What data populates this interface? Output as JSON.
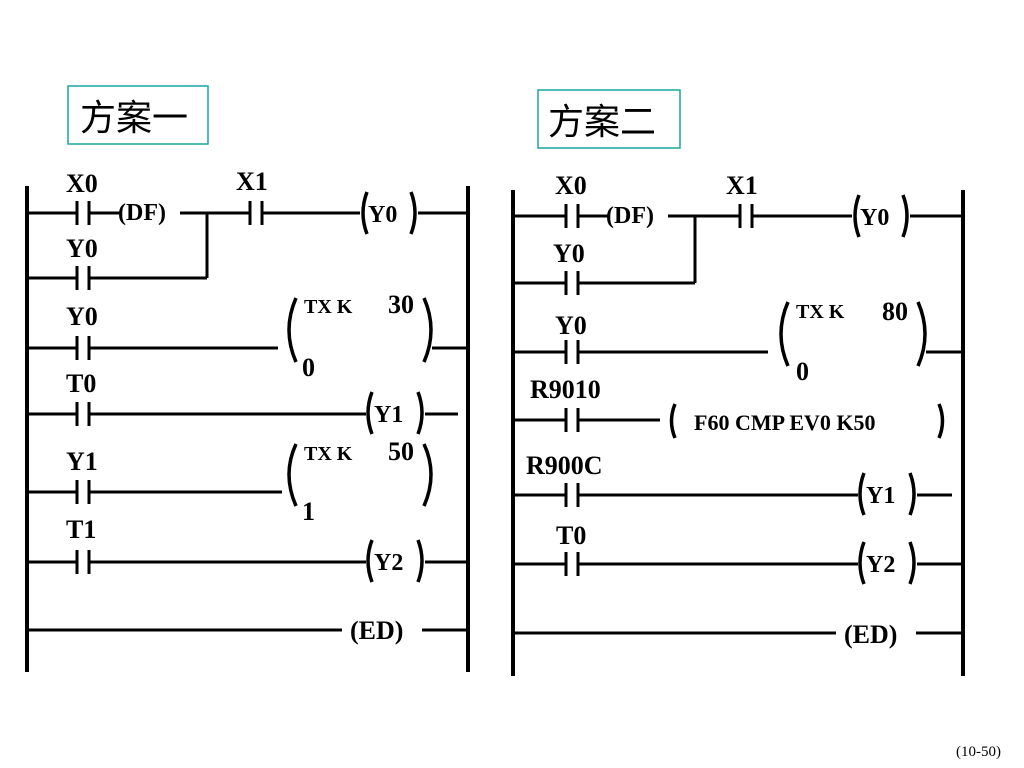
{
  "plan1": {
    "title": "方案一",
    "x0": "X0",
    "x1": "X1",
    "df": "(DF)",
    "y0_out": "Y0",
    "y0_a": "Y0",
    "y0_b": "Y0",
    "tx1_text": "TX K",
    "tx1_val": "30",
    "tx1_idx": "0",
    "t0": "T0",
    "y1_out": "Y1",
    "y1_in": "Y1",
    "tx2_text": "TX K",
    "tx2_val": "50",
    "tx2_idx": "1",
    "t1": "T1",
    "y2_out": "Y2",
    "ed": "(ED)"
  },
  "plan2": {
    "title": "方案二",
    "x0": "X0",
    "x1": "X1",
    "df": "(DF)",
    "y0_out": "Y0",
    "y0_a": "Y0",
    "y0_b": "Y0",
    "tx1_text": "TX K",
    "tx1_val": "80",
    "tx1_idx": "0",
    "r9010": "R9010",
    "cmp": "F60 CMP EV0 K50",
    "r900c": "R900C",
    "y1_out": "Y1",
    "t0": "T0",
    "y2_out": "Y2",
    "ed": "(ED)"
  },
  "page_no": "(10-50)"
}
